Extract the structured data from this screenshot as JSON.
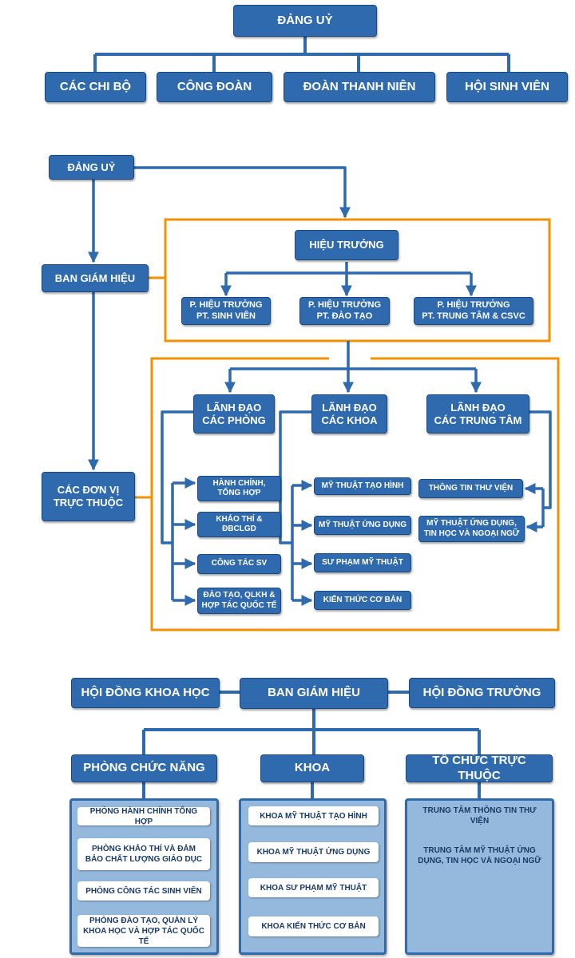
{
  "diagram1": {
    "top": "ĐẢNG UỶ",
    "children": [
      "CÁC CHI BỘ",
      "CÔNG ĐOÀN",
      "ĐOÀN THANH NIÊN",
      "HỘI SINH VIÊN"
    ]
  },
  "diagram2": {
    "dang_uy": "ĐẢNG UỶ",
    "ban_giam_hieu": "BAN GIÁM HIỆU",
    "don_vi": "CÁC ĐƠN VỊ\nTRỰC THUỘC",
    "hieu_truong": "HIỆU TRƯỞNG",
    "pho_hieu_truong": [
      "P. HIỆU TRƯỞNG\nPT. SINH VIÊN",
      "P. HIỆU TRƯỞNG\nPT.  ĐÀO TẠO",
      "P. HIỆU TRƯỞNG\nPT. TRUNG TÂM & CSVC"
    ],
    "lanh_dao_phong": "LÃNH ĐẠO\nCÁC PHÒNG",
    "lanh_dao_khoa": "LÃNH ĐẠO\nCÁC KHOA",
    "lanh_dao_trung_tam": "LÃNH ĐẠO\nCÁC TRUNG TÂM",
    "phong_items": [
      "HÀNH CHÍNH,\nTỔNG HỢP",
      "KHẢO THÍ &\nĐBCLGD",
      "CÔNG TÁC SV",
      "ĐÀO TẠO, QLKH &\nHỢP TÁC QUỐC TẾ"
    ],
    "khoa_items": [
      "MỸ THUẬT TẠO HÌNH",
      "MỸ THUẬT ỨNG DỤNG",
      "SƯ PHẠM MỸ THUẬT",
      "KIẾN THỨC CƠ BẢN"
    ],
    "trung_tam_items": [
      "THÔNG TIN THƯ VIỆN",
      "MỸ THUẬT ỨNG DỤNG,\nTIN HỌC VÀ NGOẠI NGỮ"
    ]
  },
  "diagram3": {
    "hoi_dong_khoa_hoc": "HỘI ĐỒNG KHOA HỌC",
    "ban_giam_hieu": "BAN GIÁM HIỆU",
    "hoi_dong_truong": "HỘI ĐỒNG TRƯỜNG",
    "phong_chuc_nang": {
      "title": "PHÒNG CHỨC NĂNG",
      "items": [
        "PHÒNG HÀNH CHÍNH TỔNG HỢP",
        "PHÒNG KHẢO THÍ VÀ ĐẢM\nBẢO CHẤT LƯỢNG GIÁO DỤC",
        "PHÒNG CÔNG TÁC SINH VIÊN",
        "PHÒNG ĐÀO TẠO, QUẢN LÝ\nKHOA HỌC VÀ HỢP TÁC QUỐC TẾ"
      ]
    },
    "khoa": {
      "title": "KHOA",
      "items": [
        "KHOA MỸ THUẬT TẠO HÌNH",
        "KHOA MỸ THUẬT ỨNG DỤNG",
        "KHOA SƯ PHẠM MỸ THUẬT",
        "KHOA KIẾN THỨC CƠ BẢN"
      ]
    },
    "to_chuc": {
      "title": "TỔ CHỨC TRỰC THUỘC",
      "items": [
        "TRUNG TÂM THÔNG TIN THƯ VIỆN",
        "TRUNG TÂM MỸ THUẬT ỨNG\nDỤNG, TIN HỌC VÀ NGOẠI NGỮ"
      ]
    }
  },
  "colors": {
    "box_blue": "#2f6aae",
    "line_blue": "#2f6aae",
    "orange": "#f39200",
    "panel_light_blue": "#94b9dd"
  }
}
